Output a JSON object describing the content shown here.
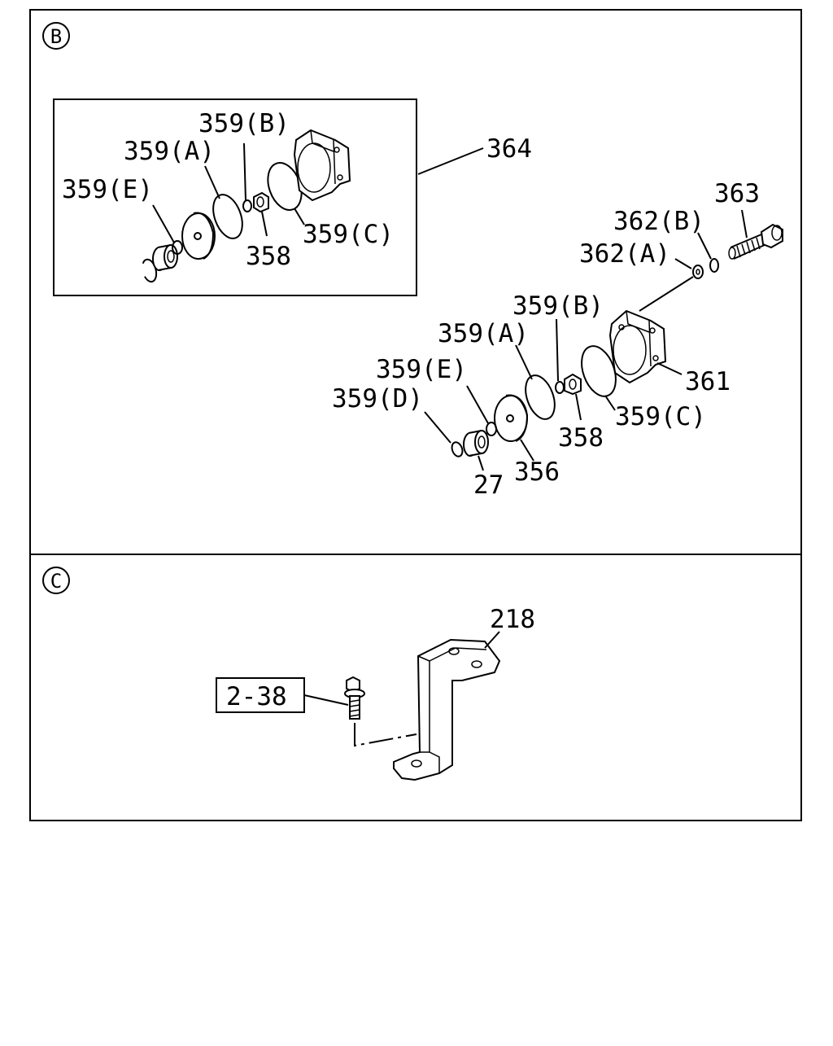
{
  "sections": {
    "b": {
      "marker": "B",
      "inset": {
        "labels": {
          "l359b": "359(B)",
          "l359a": "359(A)",
          "l359e": "359(E)",
          "l358": "358",
          "l359c": "359(C)"
        }
      },
      "labels": {
        "l364": "364",
        "l363": "363",
        "l362b": "362(B)",
        "l362a": "362(A)",
        "l359b": "359(B)",
        "l359a": "359(A)",
        "l359e": "359(E)",
        "l359d": "359(D)",
        "l361": "361",
        "l359c": "359(C)",
        "l358": "358",
        "l356": "356",
        "l27": "27"
      }
    },
    "c": {
      "marker": "C",
      "labels": {
        "l218": "218",
        "ref": "2-38"
      }
    }
  }
}
